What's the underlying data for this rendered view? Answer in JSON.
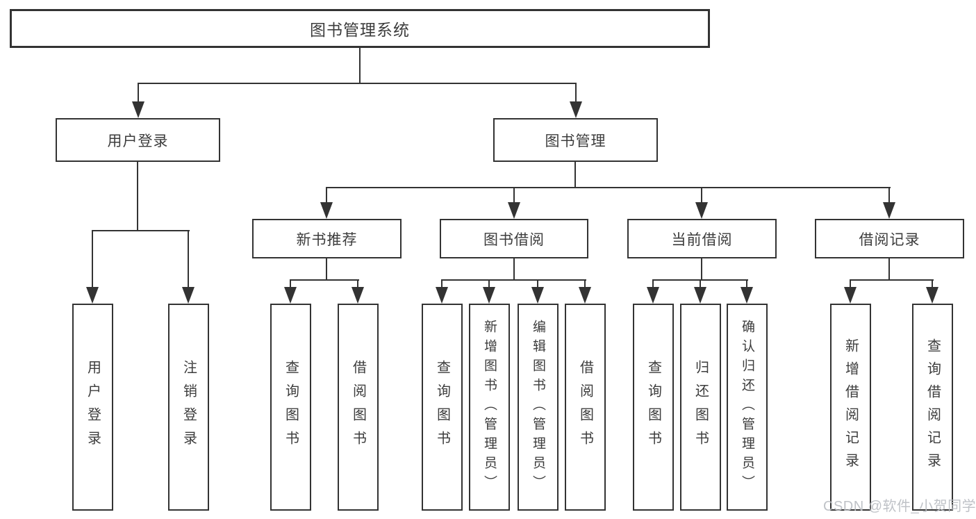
{
  "title": "图书管理系统",
  "watermark": "CSDN @软件_小贺同学",
  "colors": {
    "line": "#333333",
    "text": "#3c3c3c",
    "watermark": "#babdc2",
    "background": "#ffffff"
  },
  "tree": {
    "user": {
      "label": "用户登录",
      "children": [
        "用户登录",
        "注销登录"
      ]
    },
    "mgmt": {
      "label": "图书管理"
    },
    "recommend": {
      "label": "新书推荐",
      "children": [
        "查询图书",
        "借阅图书"
      ]
    },
    "borrow": {
      "label": "图书借阅",
      "children": [
        "查询图书",
        "新增图书（管理员）",
        "编辑图书（管理员）",
        "借阅图书"
      ]
    },
    "current": {
      "label": "当前借阅",
      "children": [
        "查询图书",
        "归还图书",
        "确认归还（管理员）"
      ]
    },
    "records": {
      "label": "借阅记录",
      "children": [
        "新增借阅记录",
        "查询借阅记录"
      ]
    }
  }
}
